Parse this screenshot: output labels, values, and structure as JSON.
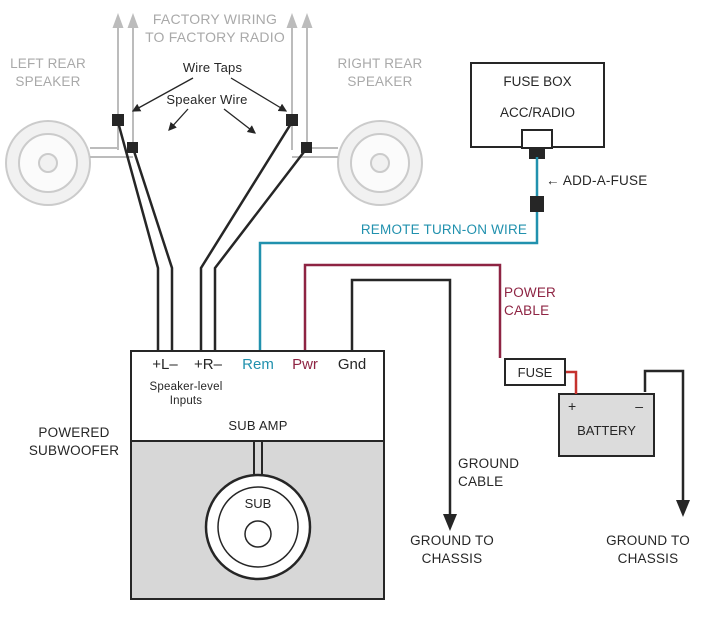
{
  "colors": {
    "ink": "#262626",
    "factory_gray": "#a9a9a9",
    "wire_gray": "#bcbcbc",
    "speaker_gray": "#cbcbcb",
    "teal": "#2191ae",
    "maroon": "#8e2443",
    "red": "#c5322e",
    "amp_panel_gray": "#d7d7d7",
    "battery_gray": "#dcdcdc"
  },
  "factory_wiring": {
    "line1": "FACTORY WIRING",
    "line2": "TO FACTORY RADIO"
  },
  "left_speaker": {
    "line1": "LEFT REAR",
    "line2": "SPEAKER"
  },
  "right_speaker": {
    "line1": "RIGHT REAR",
    "line2": "SPEAKER"
  },
  "annotations": {
    "wire_taps": "Wire Taps",
    "speaker_wire": "Speaker Wire",
    "add_a_fuse": "← ADD-A-FUSE",
    "remote_turn_on": "REMOTE TURN-ON WIRE",
    "power_cable": {
      "line1": "POWER",
      "line2": "CABLE"
    },
    "ground_cable": {
      "line1": "GROUND",
      "line2": "CABLE"
    },
    "ground_chassis_left": {
      "line1": "GROUND TO",
      "line2": "CHASSIS"
    },
    "ground_chassis_right": {
      "line1": "GROUND TO",
      "line2": "CHASSIS"
    }
  },
  "fuse_box": {
    "title": "FUSE BOX",
    "slot": "ACC/RADIO"
  },
  "amp": {
    "terminals": [
      {
        "label": "+L–"
      },
      {
        "label": "+R–"
      },
      {
        "label": "Rem"
      },
      {
        "label": "Pwr"
      },
      {
        "label": "Gnd"
      }
    ],
    "speaker_level": {
      "line1": "Speaker-level",
      "line2": "Inputs"
    },
    "name": "SUB AMP",
    "sub": "SUB",
    "powered_subwoofer": {
      "line1": "POWERED",
      "line2": "SUBWOOFER"
    }
  },
  "inline_fuse": "FUSE",
  "battery": {
    "plus": "+",
    "minus": "–",
    "label": "BATTERY"
  }
}
